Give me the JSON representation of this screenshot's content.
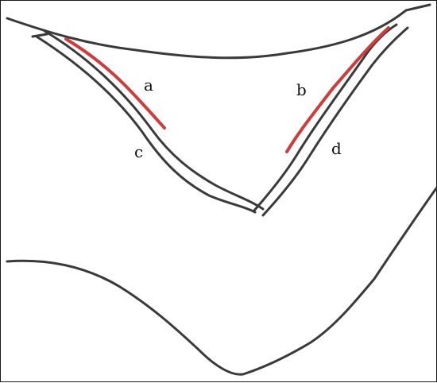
{
  "diagram": {
    "labels": {
      "a": "a",
      "b": "b",
      "c": "c",
      "d": "d"
    },
    "colors": {
      "line": "#3a3a3a",
      "highlight": "#d33a3a",
      "background": "#ffffff"
    }
  }
}
